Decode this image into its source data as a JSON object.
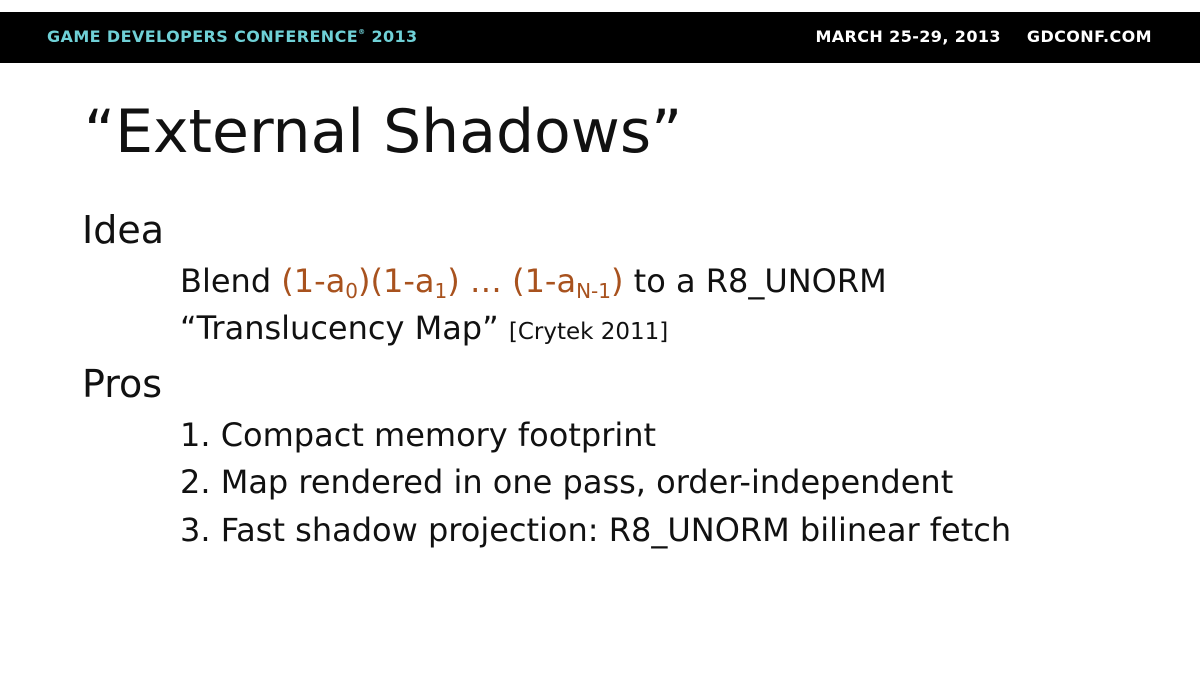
{
  "banner": {
    "left_text": "GAME DEVELOPERS CONFERENCE",
    "registered_mark": "®",
    "year": " 2013",
    "dates": "MARCH 25-29, 2013",
    "site": "GDCONF.COM"
  },
  "title": "“External Shadows”",
  "sections": {
    "idea": {
      "heading": "Idea",
      "blend_prefix": "Blend ",
      "term1_base": "(1-a",
      "term1_sub": "0",
      "term2_base": ")(1-a",
      "term2_sub": "1",
      "ellipsis": ") … (1-a",
      "term3_sub": "N-1",
      "term3_close": ")",
      "blend_suffix": " to a R8_UNORM",
      "map_name": "“Translucency Map” ",
      "citation": "[Crytek 2011]"
    },
    "pros": {
      "heading": "Pros",
      "items": [
        "1. Compact memory footprint",
        "2. Map rendered in one pass, order-independent",
        "3. Fast shadow projection: R8_UNORM bilinear fetch"
      ]
    }
  },
  "colors": {
    "banner_bg": "#000000",
    "banner_accent": "#6fd0d6",
    "formula_accent": "#a8521e"
  }
}
